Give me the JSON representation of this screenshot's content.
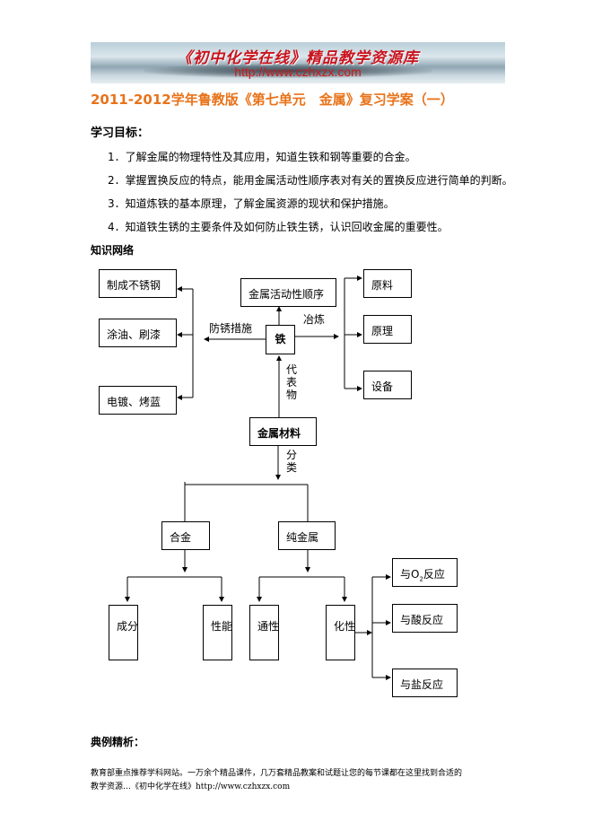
{
  "banner": {
    "title": "《初中化学在线》精品教学资源库",
    "url": "http://www.czhxzx.com"
  },
  "document": {
    "title": "2011-2012学年鲁教版《第七单元　金属》复习学案（一）",
    "goals_heading": "学习目标：",
    "goals": [
      "1．了解金属的物理特性及其应用，知道生铁和钢等重要的合金。",
      "2．掌握置换反应的特点，能用金属活动性顺序表对有关的置换反应进行简单的判断。",
      "3．知道炼铁的基本原理，了解金属资源的现状和保护措施。",
      "4．知道铁生锈的主要条件及如何防止铁生锈，认识回收金属的重要性。"
    ],
    "network_heading": "知识网络",
    "examples_heading": "典例精析："
  },
  "diagram": {
    "iron": "铁",
    "activity_series": "金属活动性顺序",
    "rust_prevention_label": "防锈措施",
    "smelting_label": "冶炼",
    "representative_label": "代表物",
    "classification_label": "分类",
    "rust_methods": [
      "制成不锈钢",
      "涂油、刷漆",
      "电镀、烤蓝"
    ],
    "smelting_items": [
      "原料",
      "原理",
      "设备"
    ],
    "metal_materials": "金属材料",
    "alloy": "合金",
    "pure_metal": "纯金属",
    "alloy_children": [
      "成分",
      "性能"
    ],
    "pure_children": [
      "通性",
      "化性"
    ],
    "reactions": {
      "o2_prefix": "与O",
      "o2_sub": "2",
      "o2_suffix": "反应",
      "acid": "与酸反应",
      "salt": "与盐反应"
    }
  },
  "footer": {
    "line1": "教育部重点推荐学科网站。一万余个精品课件，几万套精品教案和试题让您的每节课都在这里找到合适的",
    "line2": "教学资源…《初中化学在线》http://www.czhxzx.com"
  }
}
